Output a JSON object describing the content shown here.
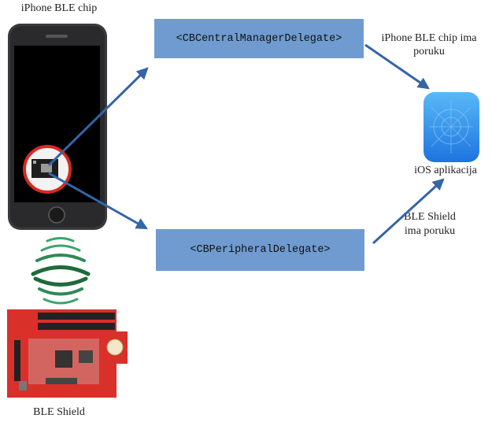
{
  "labels": {
    "iphone_chip": "iPhone BLE chip",
    "ble_shield": "BLE Shield",
    "central_delegate": "<CBCentralManagerDelegate>",
    "peripheral_delegate": "<CBPeripheralDelegate>",
    "iphone_msg_line1": "iPhone BLE chip ima",
    "iphone_msg_line2": "poruku",
    "ios_app": "iOS aplikacija",
    "shield_msg_line1": "BLE Shield",
    "shield_msg_line2": "ima poruku"
  },
  "colors": {
    "box_fill": "#6f9bd0",
    "arrow": "#3465a8",
    "waves_light": "#3aa56d",
    "waves_dark": "#1f6a3c",
    "shield_red": "#d9302a",
    "app_icon": "#2e8de8",
    "chip_circle": "#d42b23"
  },
  "icons": {
    "phone": "iphone-icon",
    "chip": "ble-chip-icon",
    "waves": "wireless-signal-icon",
    "shield": "ble-shield-board-icon",
    "app": "ios-app-store-icon"
  }
}
